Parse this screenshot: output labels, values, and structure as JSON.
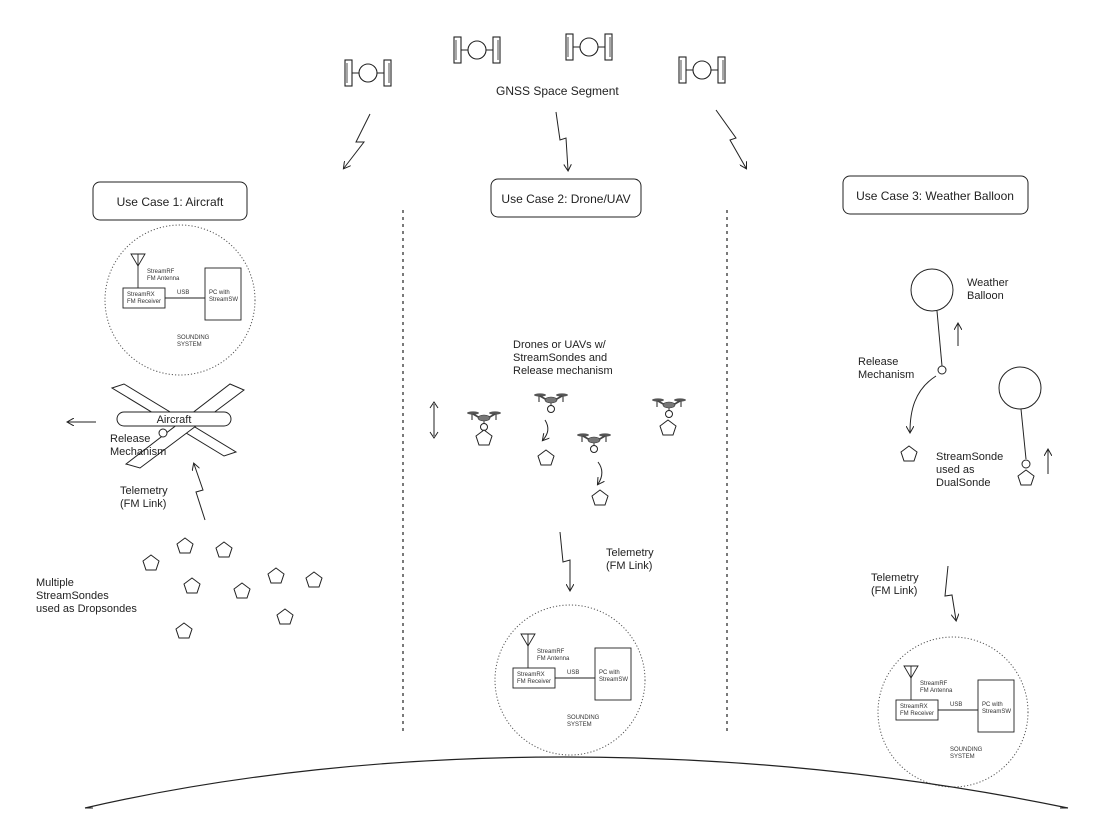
{
  "space_segment": {
    "label": "GNSS Space Segment"
  },
  "use_cases": [
    {
      "title": "Use Case 1: Aircraft"
    },
    {
      "title": "Use Case 2: Drone/UAV"
    },
    {
      "title": "Use Case 3: Weather Balloon"
    }
  ],
  "sounding_system": {
    "antenna_line1": "StreamRF",
    "antenna_line2": "FM Antenna",
    "receiver_line1": "StreamRX",
    "receiver_line2": "FM Receiver",
    "link": "USB",
    "pc_line1": "PC with",
    "pc_line2": "StreamSW",
    "caption_line1": "SOUNDING",
    "caption_line2": "SYSTEM"
  },
  "aircraft": {
    "label": "Aircraft",
    "release_line1": "Release",
    "release_line2": "Mechanism",
    "telemetry_line1": "Telemetry",
    "telemetry_line2": "(FM Link)",
    "sondes_line1": "Multiple",
    "sondes_line2": "StreamSondes",
    "sondes_line3": "used as Dropsondes"
  },
  "drone": {
    "desc_line1": "Drones or UAVs w/",
    "desc_line2": "StreamSondes and",
    "desc_line3": "Release mechanism",
    "telemetry_line1": "Telemetry",
    "telemetry_line2": "(FM Link)"
  },
  "balloon": {
    "balloon_line1": "Weather",
    "balloon_line2": "Balloon",
    "release_line1": "Release",
    "release_line2": "Mechanism",
    "sonde_line1": "StreamSonde",
    "sonde_line2": "used as",
    "sonde_line3": "DualSonde",
    "telemetry_line1": "Telemetry",
    "telemetry_line2": "(FM Link)"
  }
}
